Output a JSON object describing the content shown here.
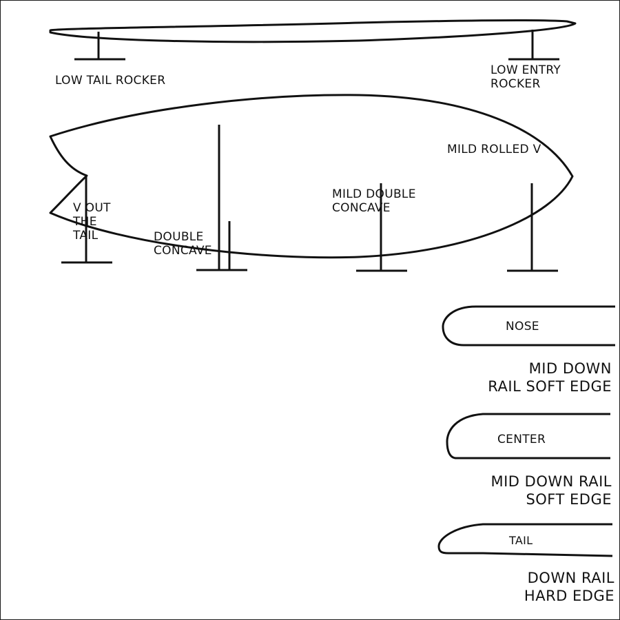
{
  "labels": {
    "low_tail_rocker": "LOW TAIL ROCKER",
    "low_entry_rocker": [
      "LOW ENTRY",
      "ROCKER"
    ],
    "mild_rolled_v": "MILD ROLLED V",
    "mild_double_concave": [
      "MILD DOUBLE",
      "CONCAVE"
    ],
    "v_out_the_tail": [
      "V OUT",
      "THE",
      "TAIL"
    ],
    "double_concave": [
      "DOUBLE",
      "CONCAVE"
    ]
  },
  "rails": [
    {
      "position": "NOSE",
      "description": [
        "MID DOWN",
        "RAIL SOFT EDGE"
      ]
    },
    {
      "position": "CENTER",
      "description": [
        "MID DOWN RAIL",
        "SOFT EDGE"
      ]
    },
    {
      "position": "TAIL",
      "description": [
        "DOWN RAIL",
        "HARD EDGE"
      ]
    }
  ],
  "colors": {
    "line": "#111111",
    "background": "#ffffff",
    "border": "#1a1a1a"
  }
}
